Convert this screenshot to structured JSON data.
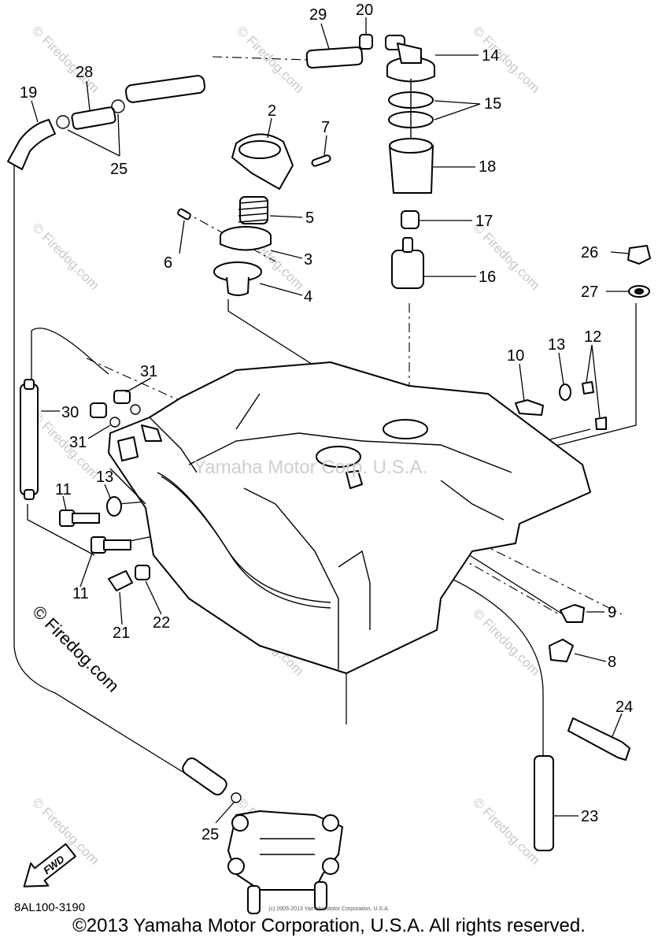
{
  "diagram": {
    "part_code": "8AL100-3190",
    "copyright": "©2013 Yamaha Motor Corporation, U.S.A. All rights reserved.",
    "small_copyright": "(c) 2005-2013 Yamaha Motor Corporation, U.S.A.",
    "overlay_watermark": "Yamaha Motor Corp. U.S.A.",
    "watermark": "© Firedog.com",
    "fwd_label": "FWD",
    "callouts": [
      "29",
      "20",
      "14",
      "28",
      "19",
      "15",
      "25",
      "2",
      "7",
      "18",
      "5",
      "17",
      "6",
      "3",
      "26",
      "16",
      "4",
      "27",
      "13",
      "12",
      "10",
      "31",
      "30",
      "31",
      "13",
      "11",
      "11",
      "9",
      "21",
      "22",
      "8",
      "24",
      "25",
      "23"
    ]
  }
}
